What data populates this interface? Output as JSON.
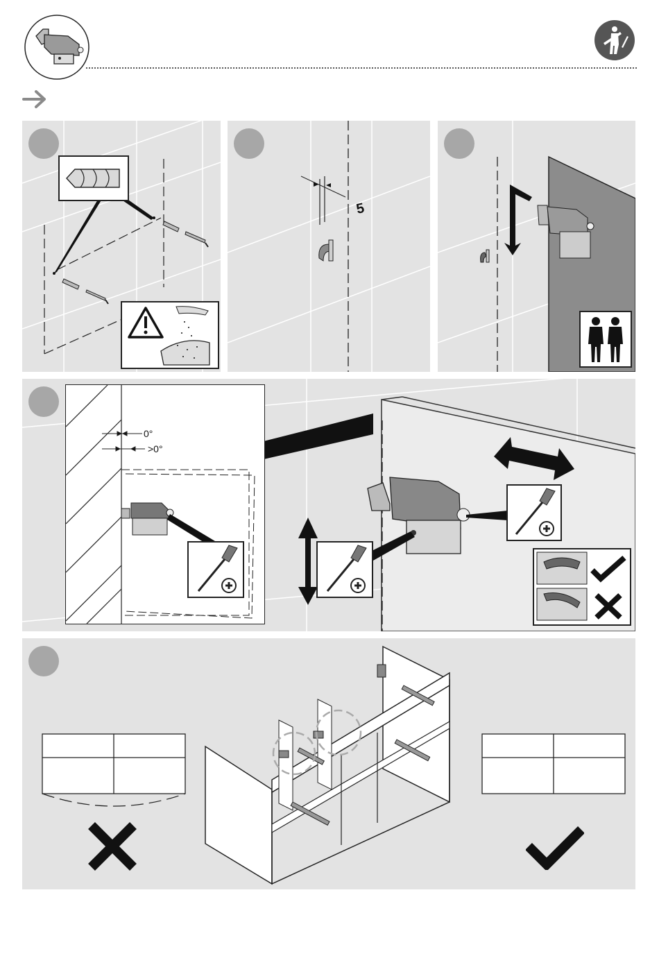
{
  "header": {
    "part_icon": "hanging-bracket-icon",
    "tool_badge_icon": "assembly-tools-icon",
    "next_arrow_icon": "arrow-right-icon"
  },
  "steps": [
    {
      "callouts": [
        "drill-bit-icon",
        "warning-dust-icon"
      ]
    },
    {
      "measure": {
        "value": "5"
      }
    },
    {
      "callouts": [
        "two-persons-icon"
      ]
    },
    {
      "angles": {
        "flush": "0°",
        "tilted": ">0°"
      },
      "callouts": [
        "screwdriver-icon",
        "screwdriver-icon",
        "screwdriver-icon",
        "correct-incorrect-icon"
      ]
    },
    {
      "callouts": [
        "incorrect-mark-icon",
        "correct-mark-icon"
      ]
    }
  ],
  "colors": {
    "panel_bg": "#e3e3e3",
    "step_dot": "#a7a7a7",
    "wall_panel": "#8c8c8c",
    "mark": "#1a1a1a"
  }
}
